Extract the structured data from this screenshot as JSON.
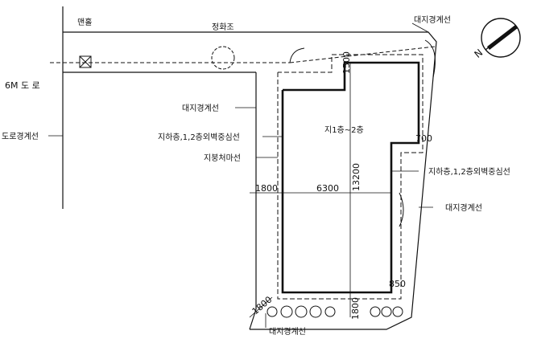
{
  "labels": {
    "manhole": "맨홀",
    "septic_tank": "정화조",
    "site_boundary_top": "대지경계선",
    "road": "6M 도 로",
    "road_boundary": "도로경계선",
    "site_boundary_mid": "대지경계선",
    "basement_wall_left": "지하층,1,2층외벽중심선",
    "building_line": "지붕처마선",
    "floors": "지1층~2층",
    "basement_wall_right": "지하층,1,2층외벽중심선",
    "site_boundary_right": "대지경계선",
    "site_boundary_bottom": "대지경계선"
  },
  "dimensions": {
    "top": "1500",
    "right_upper": "700",
    "height": "13200",
    "left": "1800",
    "width": "6300",
    "right_lower": "850",
    "bottom_center": "1800",
    "bottom_left": "1800"
  },
  "north_arrow": {
    "letter": "N"
  }
}
